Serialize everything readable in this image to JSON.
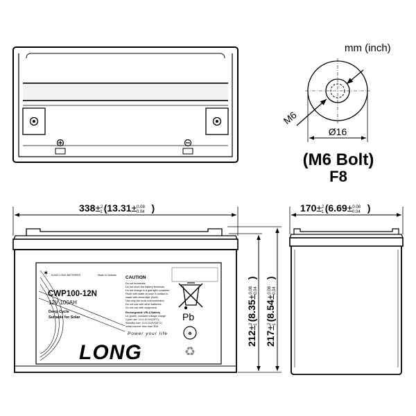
{
  "units": "mm (inch)",
  "terminal": {
    "thread_label": "M6",
    "diameter_label": "Ø16",
    "bolt_label": "(M6 Bolt)",
    "code": "F8"
  },
  "dimensions": {
    "length": {
      "main": "338",
      "tol": "±",
      "tol_up": "2",
      "tol_down": "1",
      "inch": "(13.31",
      "inch_tol": "±",
      "inch_up": "0.08",
      "inch_down": "0.04",
      "close": ")"
    },
    "width": {
      "main": "170",
      "tol": "±",
      "tol_up": "2",
      "tol_down": "1",
      "inch": "(6.69",
      "inch_tol": "±",
      "inch_up": "0.08",
      "inch_down": "0.04",
      "close": ")"
    },
    "height": {
      "main": "212",
      "tol": "±",
      "tol_up": "2",
      "tol_down": "1",
      "inch": "(8.35",
      "inch_tol": "±",
      "inch_up": "0.08",
      "inch_down": "0.04",
      "close": ")"
    },
    "total_height": {
      "main": "217",
      "tol": "±",
      "tol_up": "2",
      "tol_down": "1",
      "inch": "(8.54",
      "inch_tol": "±",
      "inch_up": "0.08",
      "inch_down": "0.04",
      "close": ")"
    }
  },
  "label": {
    "brand_small": "KUNG LONG BATTERIES",
    "made_in": "Made in Vietnam",
    "model": "CWP100-12N",
    "rating": "12V 100AH",
    "use_line1": "Deep Cycle",
    "use_line2": "Suitable for Solar",
    "caution_title": "CAUTION",
    "caution_lines": [
      "Do not incinerate.",
      "Do not short the battery terminals.",
      "Do not charge in a gas tight container.",
      "Flush with water at once if contact is",
      "made with electrolyte (Acid).",
      "Use only the tools recommended.",
      "Do not use with other batteries.",
      "Do not use with equipment."
    ],
    "spec_lines": [
      "Rechargeable VRLA Battery",
      "UL power, constant voltage charge",
      "Cycle use:   14.4-15.0V(25°C)",
      "Standby use: 13.5-13.8V(25°C)",
      "Initial current: less than 30A"
    ],
    "pb": "Pb",
    "logo": "LONG",
    "tagline": "Power your life"
  }
}
